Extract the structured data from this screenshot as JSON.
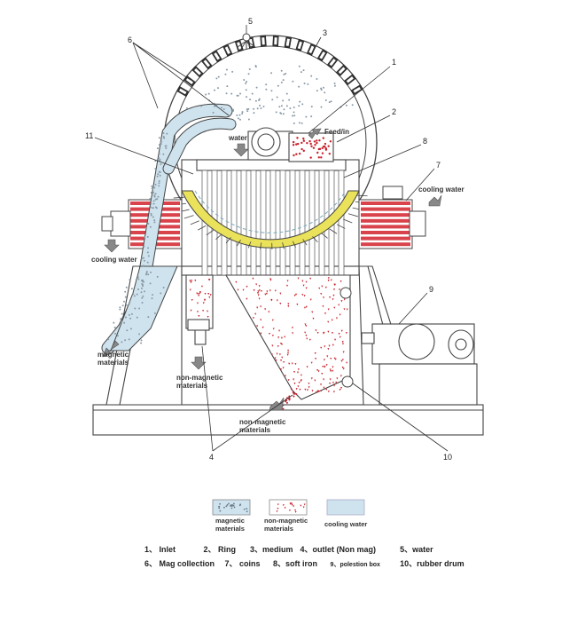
{
  "colors": {
    "line": "#444444",
    "coil_red": "#d9434b",
    "ring_yellow": "#e9e25a",
    "water_blue": "#cfe3ee",
    "red_dot": "#c8202a",
    "gray_dot": "#8a9aa6"
  },
  "callouts": [
    "5",
    "3",
    "6",
    "1",
    "2",
    "11",
    "8",
    "7",
    "9",
    "4",
    "10"
  ],
  "labels": {
    "water": "water",
    "feed_in": "Feed/in",
    "cooling_water_right": "cooling water",
    "cooling_water_left": "cooling water",
    "magnetic_materials_left": "magnetic\nmaterials",
    "non_magnetic_center": "non-magnetic\nmaterials",
    "non_magnetic_bottom": "non-magnetic\nmaterials"
  },
  "legend": {
    "swatches": [
      {
        "label": "magnetic\nmaterials",
        "kind": "magnetic"
      },
      {
        "label": "non-magnetic\nmaterials",
        "kind": "nonmagnetic"
      },
      {
        "label": "cooling water",
        "kind": "water"
      }
    ],
    "row1": [
      "1、 Inlet",
      "2、 Ring",
      "3、medium",
      "4、outlet (Non mag)",
      "5、water"
    ],
    "row2": [
      "6、 Mag collection",
      "7、 coins",
      "8、soft iron",
      "9、polestion box",
      "10、rubber drum"
    ]
  }
}
